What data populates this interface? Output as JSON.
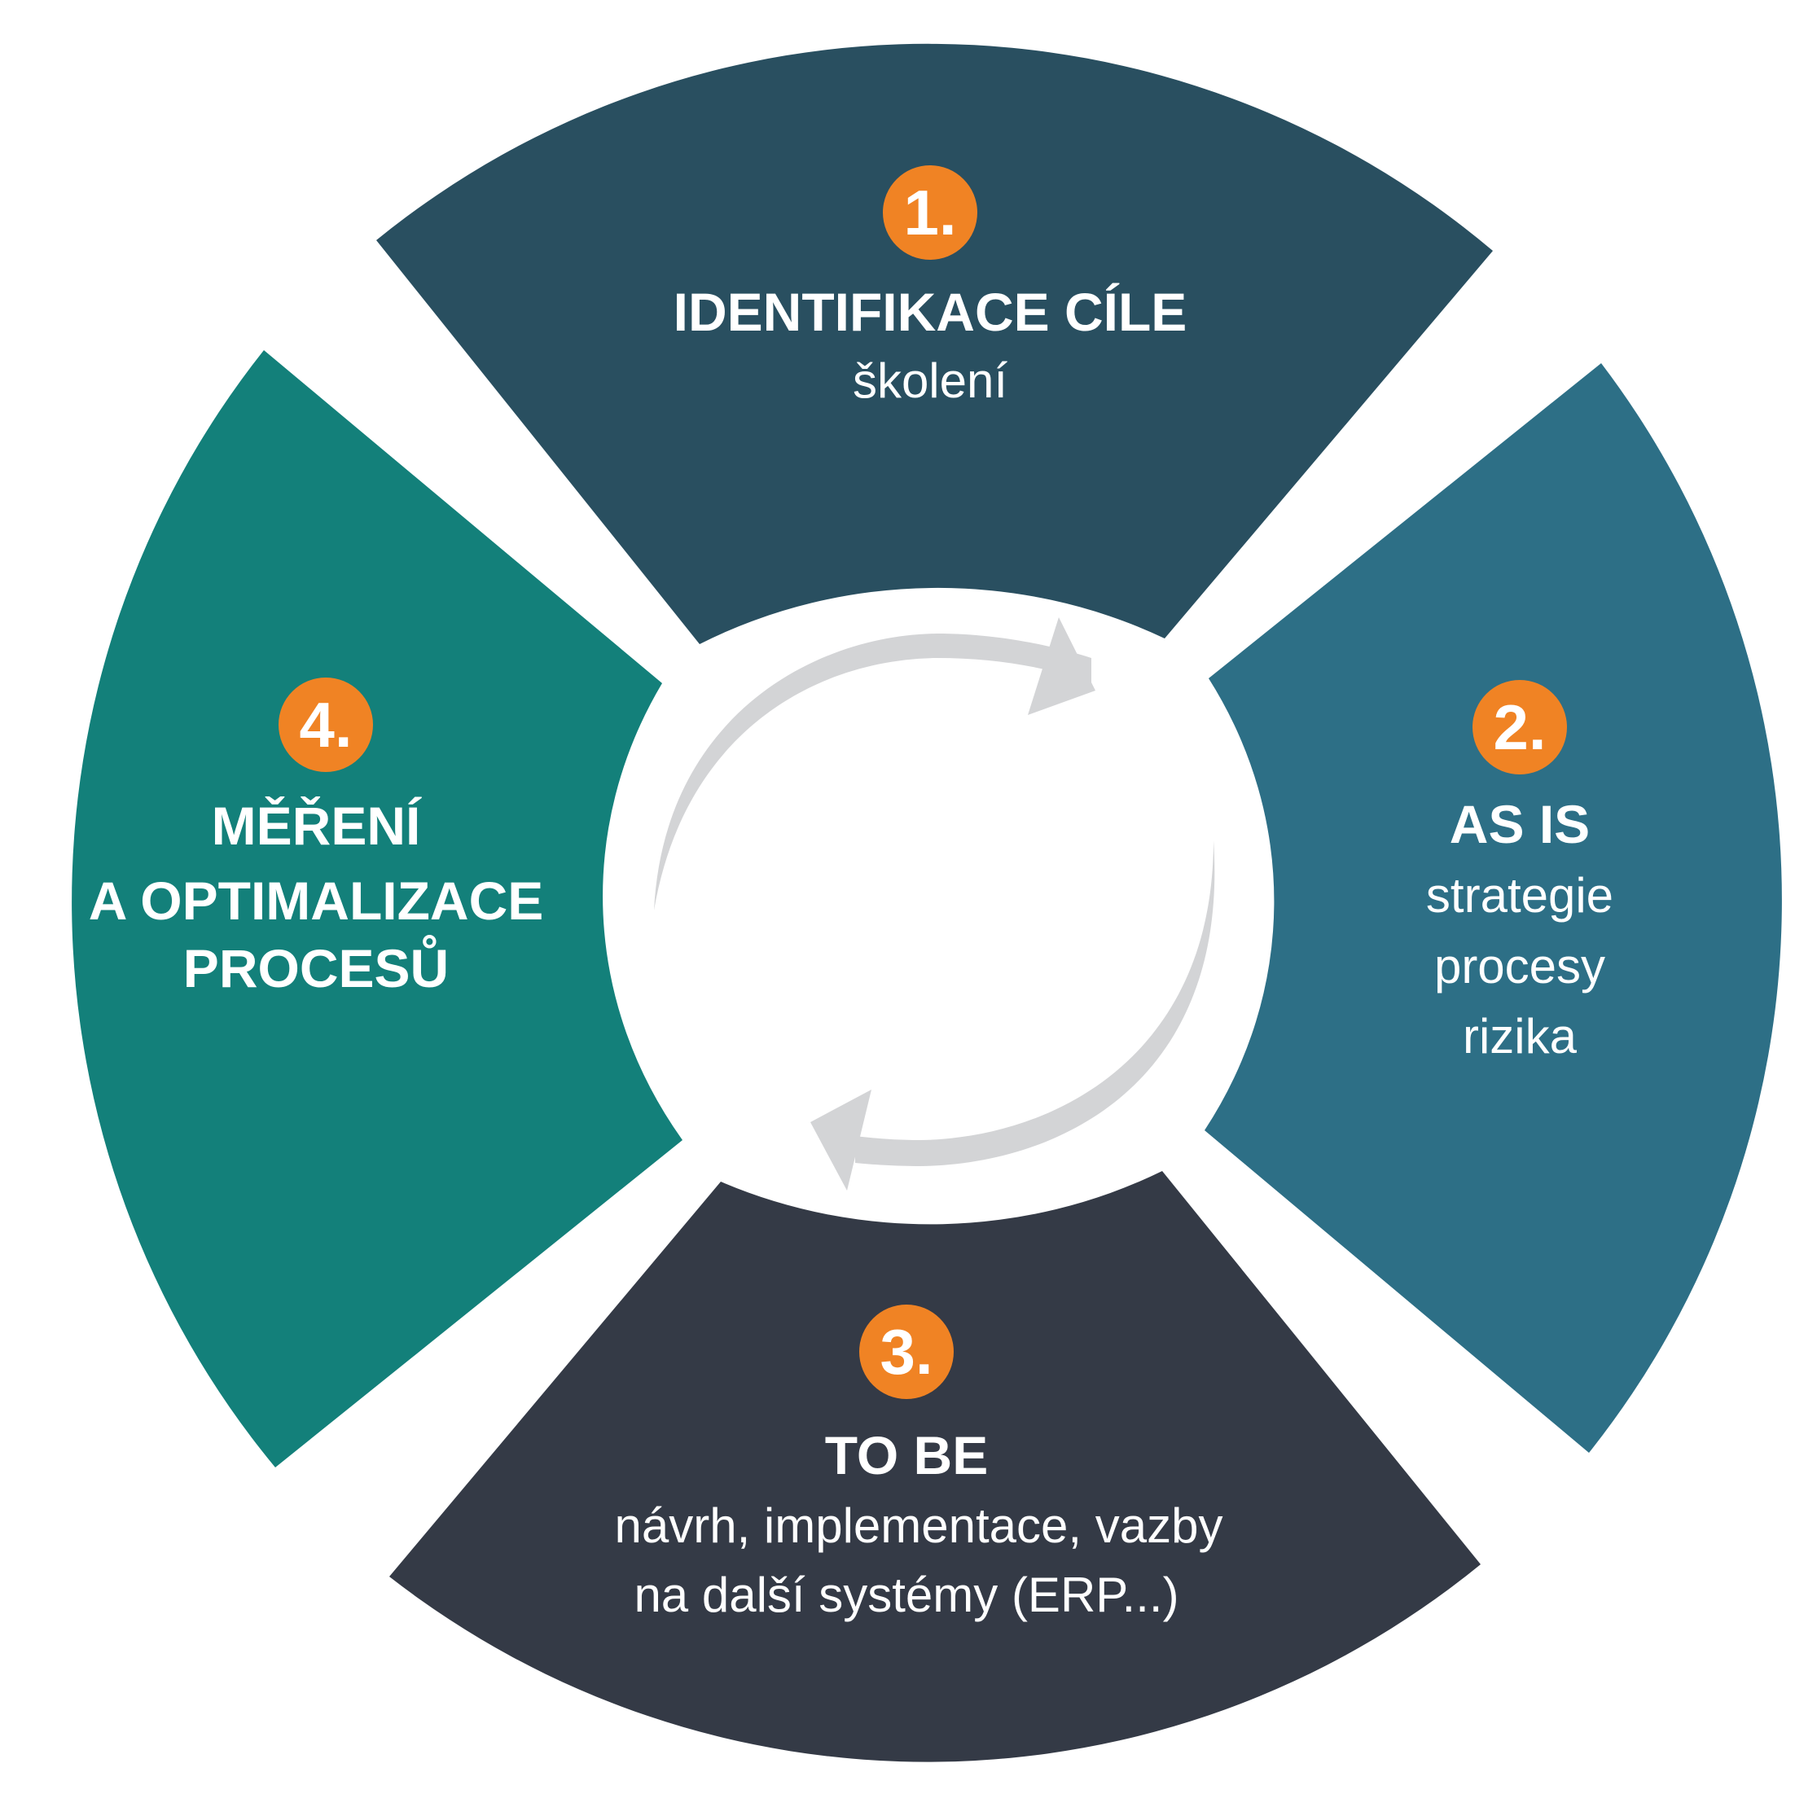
{
  "colors": {
    "segment_1": "#294F60",
    "segment_2": "#2D6F86",
    "segment_3": "#343A46",
    "segment_4": "#13807A",
    "badge": "#F08324",
    "arrows": "#D3D4D6",
    "background": "#FFFFFF"
  },
  "steps": [
    {
      "badge": "1.",
      "title_lines": [
        "IDENTIFIKACE CÍLE"
      ],
      "detail_lines": [
        "školení"
      ]
    },
    {
      "badge": "2.",
      "title_lines": [
        "AS IS"
      ],
      "detail_lines": [
        "strategie",
        "procesy",
        "rizika"
      ]
    },
    {
      "badge": "3.",
      "title_lines": [
        "TO BE"
      ],
      "detail_lines": [
        "návrh, implementace, vazby",
        "na další systémy (ERP...)"
      ]
    },
    {
      "badge": "4.",
      "title_lines": [
        "MĚŘENÍ",
        "A OPTIMALIZACE",
        "PROCESŮ"
      ],
      "detail_lines": []
    }
  ],
  "center_icons": [
    "cycle-arrow-clockwise-icon",
    "cycle-arrow-return-icon"
  ]
}
